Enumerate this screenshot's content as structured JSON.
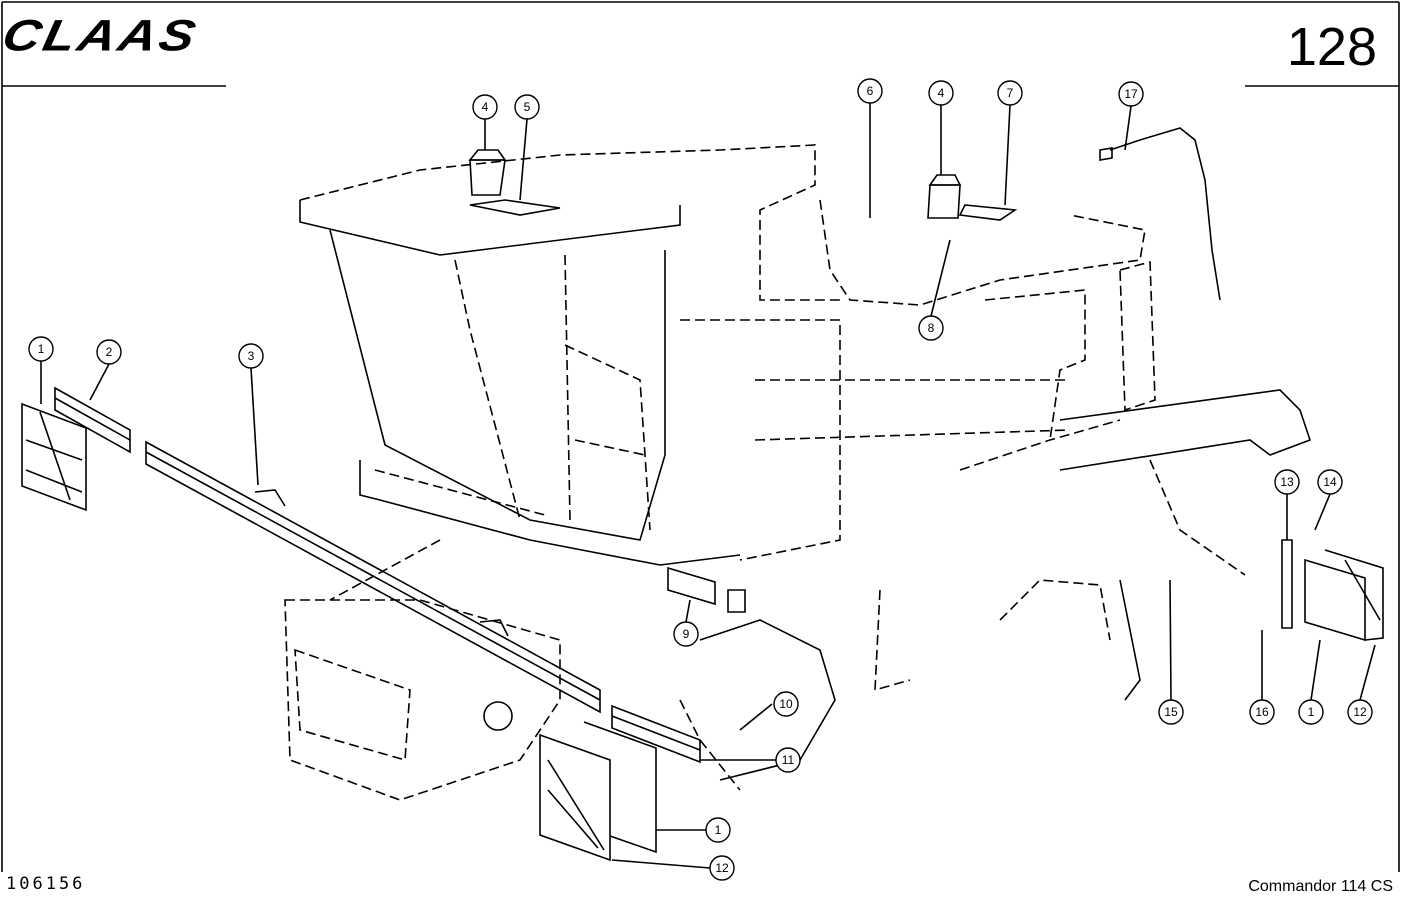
{
  "header": {
    "brand": "CLAAS",
    "page_number": "128"
  },
  "footer": {
    "drawing_number": "106156",
    "model": "Commandor 114 CS"
  },
  "callouts": [
    "1",
    "2",
    "3",
    "4",
    "5",
    "6",
    "4",
    "7",
    "17",
    "8",
    "9",
    "10",
    "11",
    "1",
    "12",
    "13",
    "14",
    "15",
    "16",
    "1",
    "12"
  ]
}
